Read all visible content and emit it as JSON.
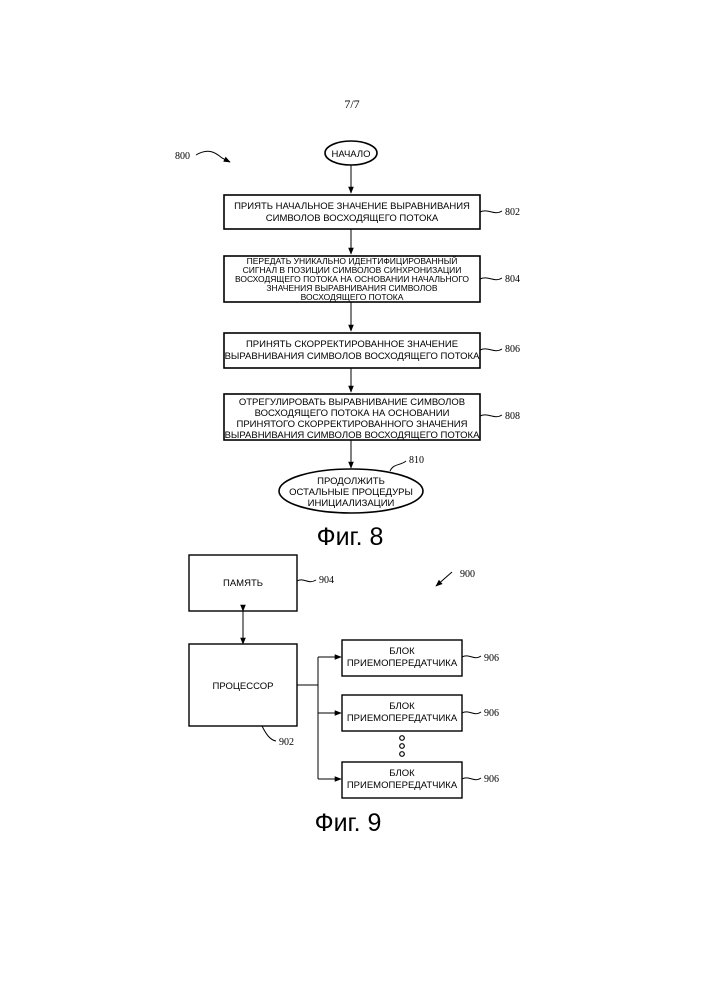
{
  "page_number": "7/7",
  "fig8": {
    "ref": "800",
    "start": "НАЧАЛО",
    "steps": [
      {
        "lines": [
          "ПРИЯТЬ НАЧАЛЬНОЕ ЗНАЧЕНИЕ ВЫРАВНИВАНИЯ",
          "СИМВОЛОВ ВОСХОДЯЩЕГО ПОТОКА"
        ],
        "ref": "802"
      },
      {
        "lines": [
          "ПЕРЕДАТЬ УНИКАЛЬНО ИДЕНТИФИЦИРОВАННЫЙ",
          "СИГНАЛ В ПОЗИЦИИ СИМВОЛОВ СИНХРОНИЗАЦИИ",
          "ВОСХОДЯЩЕГО ПОТОКА НА ОСНОВАНИИ НАЧАЛЬНОГО",
          "ЗНАЧЕНИЯ ВЫРАВНИВАНИЯ СИМВОЛОВ",
          "ВОСХОДЯЩЕГО ПОТОКА"
        ],
        "ref": "804"
      },
      {
        "lines": [
          "ПРИНЯТЬ СКОРРЕКТИРОВАННОЕ ЗНАЧЕНИЕ",
          "ВЫРАВНИВАНИЯ СИМВОЛОВ ВОСХОДЯЩЕГО ПОТОКА"
        ],
        "ref": "806"
      },
      {
        "lines": [
          "ОТРЕГУЛИРОВАТЬ ВЫРАВНИВАНИЕ СИМВОЛОВ",
          "ВОСХОДЯЩЕГО ПОТОКА  НА ОСНОВАНИИ",
          "ПРИНЯТОГО СКОРРЕКТИРОВАННОГО ЗНАЧЕНИЯ",
          "ВЫРАВНИВАНИЯ СИМВОЛОВ ВОСХОДЯЩЕГО ПОТОКА"
        ],
        "ref": "808"
      }
    ],
    "end": {
      "lines": [
        "ПРОДОЛЖИТЬ",
        "ОСТАЛЬНЫЕ ПРОЦЕДУРЫ",
        "ИНИЦИАЛИЗАЦИИ"
      ],
      "ref": "810"
    },
    "caption": "Фиг. 8"
  },
  "fig9": {
    "ref": "900",
    "memory": {
      "label": "ПАМЯТЬ",
      "ref": "904"
    },
    "processor": {
      "label": "ПРОЦЕССОР",
      "ref": "902"
    },
    "transceivers": [
      {
        "lines": [
          "БЛОК",
          "ПРИЕМОПЕРЕДАТЧИКА"
        ],
        "ref": "906"
      },
      {
        "lines": [
          "БЛОК",
          "ПРИЕМОПЕРЕДАТЧИКА"
        ],
        "ref": "906"
      },
      {
        "lines": [
          "БЛОК",
          "ПРИЕМОПЕРЕДАТЧИКА"
        ],
        "ref": "906"
      }
    ],
    "caption": "Фиг. 9"
  }
}
